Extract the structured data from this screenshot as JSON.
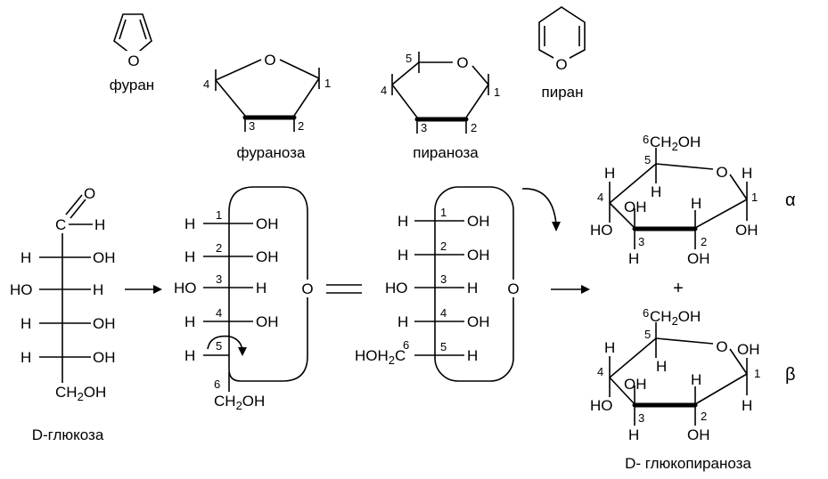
{
  "captions": {
    "furan": "фуран",
    "pyran": "пиран",
    "furanose": "фураноза",
    "pyranose": "пираноза",
    "d_glucose": "D-глюкоза",
    "d_glucopyranose": "D- глюкопираноза"
  },
  "atoms": {
    "o": "O",
    "h": "H",
    "oh": "OH",
    "ho": "HO",
    "ch2oh": "CH2OH",
    "c": "C",
    "hoh2c": "HOH2C",
    "plus": "+"
  },
  "anomers": {
    "alpha": "α",
    "beta": "β"
  },
  "ring_numbers": [
    "1",
    "2",
    "3",
    "4",
    "5",
    "6"
  ],
  "fischer_chain": [
    {
      "left": "H",
      "right": "OH"
    },
    {
      "left": "HO",
      "right": "H"
    },
    {
      "left": "H",
      "right": "OH"
    },
    {
      "left": "H",
      "right": "OH"
    }
  ]
}
